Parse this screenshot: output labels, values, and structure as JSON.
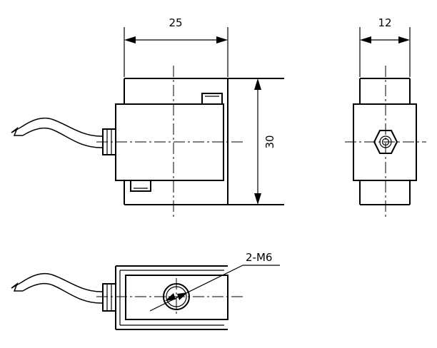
{
  "dimensions": {
    "width_label": "25",
    "depth_label": "12",
    "height_label": "30",
    "thread_callout": "2-M6"
  }
}
